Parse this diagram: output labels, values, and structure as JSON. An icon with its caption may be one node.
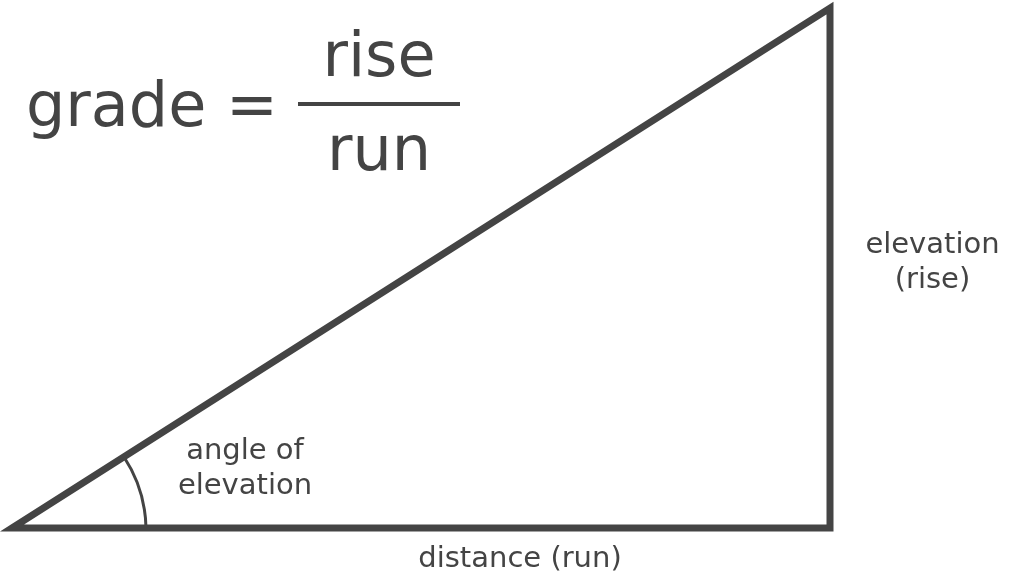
{
  "diagram": {
    "labels": [
      "grade =",
      "rise",
      "run",
      "elevation (rise)",
      "angle of elevation",
      "distance (run)"
    ]
  }
}
